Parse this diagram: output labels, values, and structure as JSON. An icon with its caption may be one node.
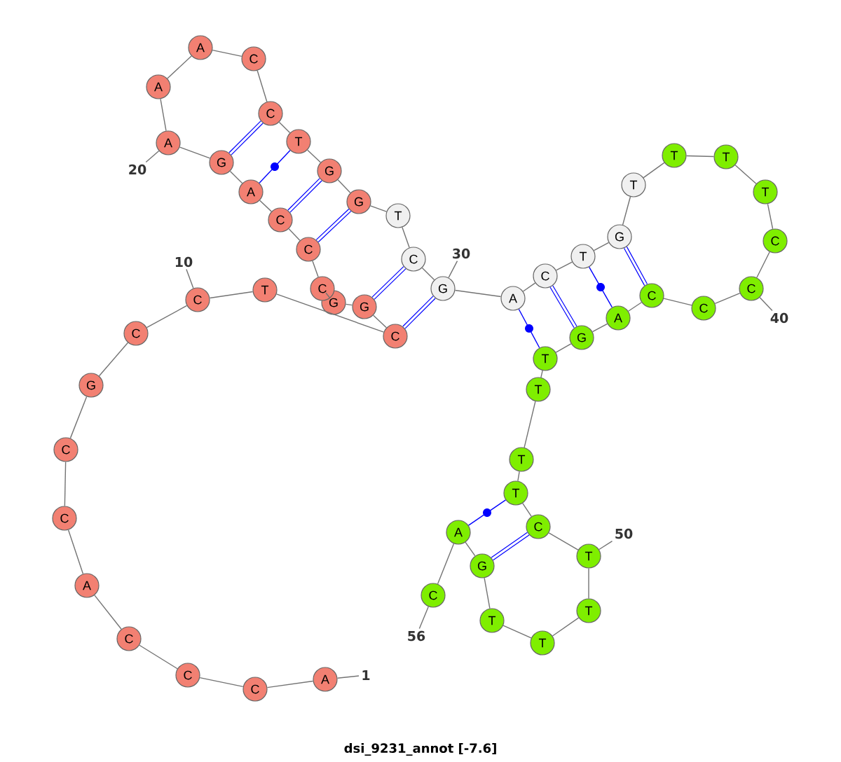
{
  "diagram": {
    "title": "dsi_9231_annot [-7.6]",
    "nodes": [
      {
        "text": [
          "A"
        ]
      },
      {
        "text": [
          "C"
        ]
      },
      {
        "text": [
          "C"
        ]
      },
      {
        "text": [
          "C"
        ]
      },
      {
        "text": [
          "A"
        ]
      },
      {
        "text": [
          "C"
        ]
      },
      {
        "text": [
          "C"
        ]
      },
      {
        "text": [
          "G"
        ]
      },
      {
        "text": [
          "C"
        ]
      },
      {
        "text": [
          "C"
        ]
      },
      {
        "text": [
          "T"
        ]
      },
      {
        "text": [
          "C"
        ]
      },
      {
        "text": [
          "G"
        ]
      },
      {
        "text": [
          "G"
        ]
      },
      {
        "text": [
          "C"
        ]
      },
      {
        "text": [
          "C"
        ]
      },
      {
        "text": [
          "C"
        ]
      },
      {
        "text": [
          "A"
        ]
      },
      {
        "text": [
          "G"
        ]
      },
      {
        "text": [
          "A"
        ]
      },
      {
        "text": [
          "A"
        ]
      },
      {
        "text": [
          "A"
        ]
      },
      {
        "text": [
          "C"
        ]
      },
      {
        "text": [
          "C"
        ]
      },
      {
        "text": [
          "T"
        ]
      },
      {
        "text": [
          "G"
        ]
      },
      {
        "text": [
          "G"
        ]
      },
      {
        "text": [
          "T"
        ]
      },
      {
        "text": [
          "C"
        ]
      },
      {
        "text": [
          "G"
        ]
      },
      {
        "text": [
          "A"
        ]
      },
      {
        "text": [
          "C"
        ]
      },
      {
        "text": [
          "T"
        ]
      },
      {
        "text": [
          "G"
        ]
      },
      {
        "text": [
          "T"
        ]
      },
      {
        "text": [
          "T"
        ]
      },
      {
        "text": [
          "T"
        ]
      },
      {
        "text": [
          "T"
        ]
      },
      {
        "text": [
          "C"
        ]
      },
      {
        "text": [
          "C"
        ]
      },
      {
        "text": [
          "C"
        ]
      },
      {
        "text": [
          "C"
        ]
      },
      {
        "text": [
          "A"
        ]
      },
      {
        "text": [
          "G"
        ]
      },
      {
        "text": [
          "T"
        ]
      },
      {
        "text": [
          "T"
        ]
      },
      {
        "text": [
          "T"
        ]
      },
      {
        "text": [
          "T"
        ]
      },
      {
        "text": [
          "C"
        ]
      },
      {
        "text": [
          "T"
        ]
      },
      {
        "text": [
          "T"
        ]
      },
      {
        "text": [
          "T"
        ]
      },
      {
        "text": [
          "T"
        ]
      },
      {
        "text": [
          "G"
        ]
      },
      {
        "text": [
          "A"
        ]
      },
      {
        "text": [
          "C"
        ]
      },
      {
        "text": [
          "1"
        ]
      },
      {
        "text": [
          "10"
        ]
      },
      {
        "text": [
          "20"
        ]
      },
      {
        "text": [
          "30"
        ]
      },
      {
        "text": [
          "40"
        ]
      },
      {
        "text": [
          "50"
        ]
      },
      {
        "text": [
          "56"
        ]
      }
    ],
    "edges": [
      {
        "from": 0,
        "to": 1,
        "arrow": "none"
      },
      {
        "from": 1,
        "to": 2,
        "arrow": "none"
      },
      {
        "from": 2,
        "to": 3,
        "arrow": "none"
      },
      {
        "from": 3,
        "to": 4,
        "arrow": "none"
      },
      {
        "from": 4,
        "to": 5,
        "arrow": "none"
      },
      {
        "from": 5,
        "to": 6,
        "arrow": "none"
      },
      {
        "from": 6,
        "to": 7,
        "arrow": "none"
      },
      {
        "from": 7,
        "to": 8,
        "arrow": "none"
      },
      {
        "from": 8,
        "to": 9,
        "arrow": "none"
      },
      {
        "from": 9,
        "to": 10,
        "arrow": "none"
      },
      {
        "from": 10,
        "to": 11,
        "arrow": "none"
      },
      {
        "from": 11,
        "to": 12,
        "arrow": "none"
      },
      {
        "from": 12,
        "to": 13,
        "arrow": "none"
      },
      {
        "from": 13,
        "to": 14,
        "arrow": "none"
      },
      {
        "from": 14,
        "to": 15,
        "arrow": "none"
      },
      {
        "from": 15,
        "to": 16,
        "arrow": "none"
      },
      {
        "from": 16,
        "to": 17,
        "arrow": "none"
      },
      {
        "from": 17,
        "to": 18,
        "arrow": "none"
      },
      {
        "from": 18,
        "to": 19,
        "arrow": "none"
      },
      {
        "from": 19,
        "to": 20,
        "arrow": "none"
      },
      {
        "from": 20,
        "to": 21,
        "arrow": "none"
      },
      {
        "from": 21,
        "to": 22,
        "arrow": "none"
      },
      {
        "from": 22,
        "to": 23,
        "arrow": "none"
      },
      {
        "from": 23,
        "to": 24,
        "arrow": "none"
      },
      {
        "from": 24,
        "to": 25,
        "arrow": "none"
      },
      {
        "from": 25,
        "to": 26,
        "arrow": "none"
      },
      {
        "from": 26,
        "to": 27,
        "arrow": "none"
      },
      {
        "from": 27,
        "to": 28,
        "arrow": "none"
      },
      {
        "from": 28,
        "to": 29,
        "arrow": "none"
      },
      {
        "from": 29,
        "to": 30,
        "arrow": "none"
      },
      {
        "from": 30,
        "to": 31,
        "arrow": "none"
      },
      {
        "from": 31,
        "to": 32,
        "arrow": "none"
      },
      {
        "from": 32,
        "to": 33,
        "arrow": "none"
      },
      {
        "from": 33,
        "to": 34,
        "arrow": "none"
      },
      {
        "from": 34,
        "to": 35,
        "arrow": "none"
      },
      {
        "from": 35,
        "to": 36,
        "arrow": "none"
      },
      {
        "from": 36,
        "to": 37,
        "arrow": "none"
      },
      {
        "from": 37,
        "to": 38,
        "arrow": "none"
      },
      {
        "from": 38,
        "to": 39,
        "arrow": "none"
      },
      {
        "from": 39,
        "to": 40,
        "arrow": "none"
      },
      {
        "from": 40,
        "to": 41,
        "arrow": "none"
      },
      {
        "from": 41,
        "to": 42,
        "arrow": "none"
      },
      {
        "from": 42,
        "to": 43,
        "arrow": "none"
      },
      {
        "from": 43,
        "to": 44,
        "arrow": "none"
      },
      {
        "from": 44,
        "to": 45,
        "arrow": "none"
      },
      {
        "from": 45,
        "to": 46,
        "arrow": "none"
      },
      {
        "from": 46,
        "to": 47,
        "arrow": "none"
      },
      {
        "from": 47,
        "to": 48,
        "arrow": "none"
      },
      {
        "from": 48,
        "to": 49,
        "arrow": "none"
      },
      {
        "from": 49,
        "to": 50,
        "arrow": "none"
      },
      {
        "from": 50,
        "to": 51,
        "arrow": "none"
      },
      {
        "from": 51,
        "to": 52,
        "arrow": "none"
      },
      {
        "from": 52,
        "to": 53,
        "arrow": "none"
      },
      {
        "from": 53,
        "to": 54,
        "arrow": "none"
      },
      {
        "from": 54,
        "to": 55,
        "arrow": "none"
      },
      {
        "from": 18,
        "to": 23,
        "arrow": "none",
        "style": "thick",
        "color": "#0000ff"
      },
      {
        "from": 17,
        "to": 24,
        "arrow": "none",
        "color": "#0000ff"
      },
      {
        "from": 16,
        "to": 25,
        "arrow": "none",
        "style": "thick",
        "color": "#0000ff"
      },
      {
        "from": 15,
        "to": 26,
        "arrow": "none",
        "style": "thick",
        "color": "#0000ff"
      },
      {
        "from": 12,
        "to": 28,
        "arrow": "none",
        "style": "thick",
        "color": "#0000ff"
      },
      {
        "from": 11,
        "to": 29,
        "arrow": "none",
        "style": "thick",
        "color": "#0000ff"
      },
      {
        "from": 30,
        "to": 44,
        "arrow": "none",
        "color": "#0000ff"
      },
      {
        "from": 31,
        "to": 43,
        "arrow": "none",
        "style": "thick",
        "color": "#0000ff"
      },
      {
        "from": 32,
        "to": 42,
        "arrow": "none",
        "color": "#0000ff"
      },
      {
        "from": 33,
        "to": 41,
        "arrow": "none",
        "style": "thick",
        "color": "#0000ff"
      },
      {
        "from": 47,
        "to": 54,
        "arrow": "none",
        "color": "#0000ff"
      },
      {
        "from": 48,
        "to": 53,
        "arrow": "none",
        "style": "thick",
        "color": "#0000ff"
      },
      {
        "from": 56,
        "to": 0,
        "arrow": "none"
      },
      {
        "from": 57,
        "to": 9,
        "arrow": "none"
      },
      {
        "from": 58,
        "to": 19,
        "arrow": "none"
      },
      {
        "from": 59,
        "to": 29,
        "arrow": "none"
      },
      {
        "from": 60,
        "to": 39,
        "arrow": "none"
      },
      {
        "from": 61,
        "to": 49,
        "arrow": "none"
      },
      {
        "from": 62,
        "to": 55,
        "arrow": "none"
      }
    ]
  }
}
